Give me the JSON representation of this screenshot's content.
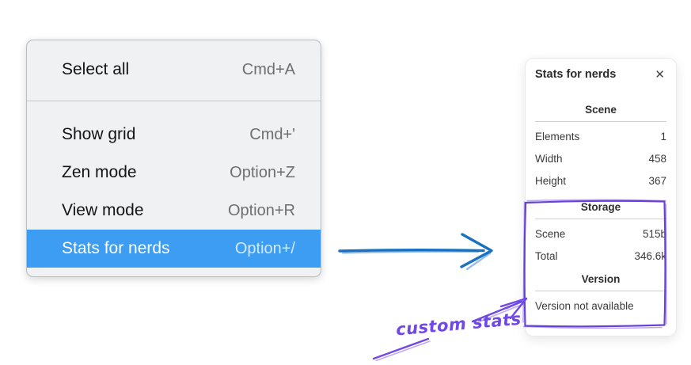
{
  "context_menu": {
    "items": [
      {
        "label": "Select all",
        "shortcut": "Cmd+A"
      },
      {
        "label": "Show grid",
        "shortcut": "Cmd+'"
      },
      {
        "label": "Zen mode",
        "shortcut": "Option+Z"
      },
      {
        "label": "View mode",
        "shortcut": "Option+R"
      },
      {
        "label": "Stats for nerds",
        "shortcut": "Option+/"
      }
    ]
  },
  "panel": {
    "title": "Stats for nerds",
    "sections": {
      "scene": {
        "header": "Scene",
        "rows": [
          {
            "label": "Elements",
            "value": "1"
          },
          {
            "label": "Width",
            "value": "458"
          },
          {
            "label": "Height",
            "value": "367"
          }
        ]
      },
      "storage": {
        "header": "Storage",
        "rows": [
          {
            "label": "Scene",
            "value": "515b"
          },
          {
            "label": "Total",
            "value": "346.6k"
          }
        ]
      },
      "version": {
        "header": "Version",
        "message": "Version not available"
      }
    }
  },
  "icons": {
    "close": "✕"
  },
  "annotations": {
    "label": "custom stats"
  },
  "colors": {
    "accent_blue": "#3d9df3",
    "arrow_blue": "#1971c2",
    "violet": "#7048e8",
    "violet_dark": "#6741d9"
  }
}
